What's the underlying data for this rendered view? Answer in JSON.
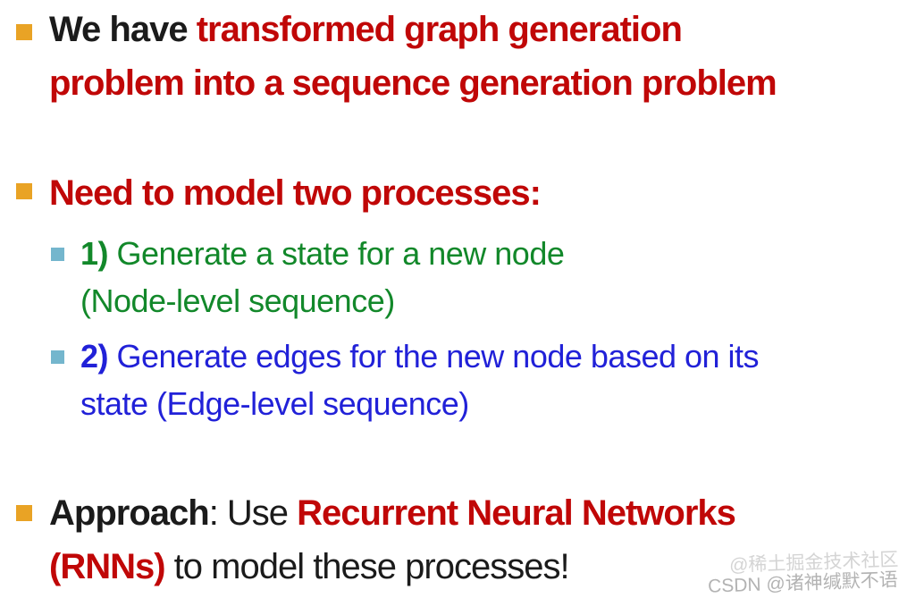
{
  "content": {
    "bullet1": {
      "line1": {
        "run1": "We have ",
        "run2": "transformed graph generation"
      },
      "line2": {
        "run1": "problem into a sequence generation problem"
      }
    },
    "bullet2": {
      "line1": {
        "run1": "Need to model two processes:"
      }
    },
    "sub1": {
      "line1": {
        "run1": "1)",
        "run2": " Generate a state for a new node"
      },
      "line2": {
        "run1": "(Node-level sequence)"
      }
    },
    "sub2": {
      "line1": {
        "run1": "2)",
        "run2": " Generate edges for the new node based on its"
      },
      "line2": {
        "run1": "state (Edge-level sequence)"
      }
    },
    "bullet3": {
      "line1": {
        "run1": "Approach",
        "run2": ": Use ",
        "run3": "Recurrent Neural Networks"
      },
      "line2": {
        "run1": "(RNNs)",
        "run2": " to model these processes!"
      }
    }
  },
  "watermark": {
    "juejin": "@稀土掘金技术社区",
    "csdn": "CSDN @诸神缄默不语"
  },
  "colors": {
    "background": "#ffffff",
    "text_black": "#1b1b1b",
    "dark_red": "#c00707",
    "green": "#12882a",
    "blue": "#2121d8",
    "level1_bullet_orange": "#e9a325",
    "level2_bullet_blue": "#74b6cd",
    "watermark_gray": "#b3b3b3"
  }
}
